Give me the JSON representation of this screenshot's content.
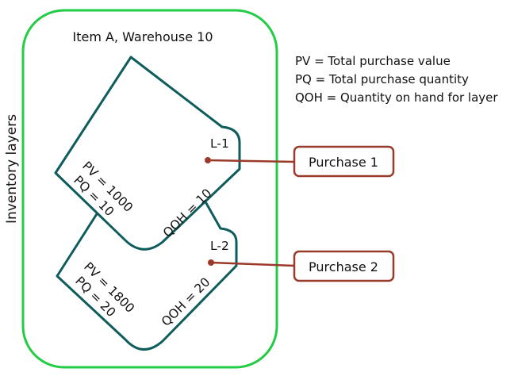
{
  "diagram": {
    "title": "Item A, Warehouse 10",
    "side_label": "Inventory layers",
    "legend": [
      "PV = Total purchase value",
      "PQ = Total purchase quantity",
      "QOH = Quantity on hand for layer"
    ],
    "layers": [
      {
        "id": "L-1",
        "pv": "PV = 1000",
        "pq": "PQ = 10",
        "qoh": "QOH = 10",
        "purchase": "Purchase 1"
      },
      {
        "id": "L-2",
        "pv": "PV = 1800",
        "pq": "PQ = 20",
        "qoh": "QOH = 20",
        "purchase": "Purchase 2"
      }
    ],
    "colors": {
      "container_border": "#22cc44",
      "layer_stroke": "#0f5c5c",
      "purchase_border": "#9a3a2a",
      "connector": "#9a3a2a"
    }
  }
}
